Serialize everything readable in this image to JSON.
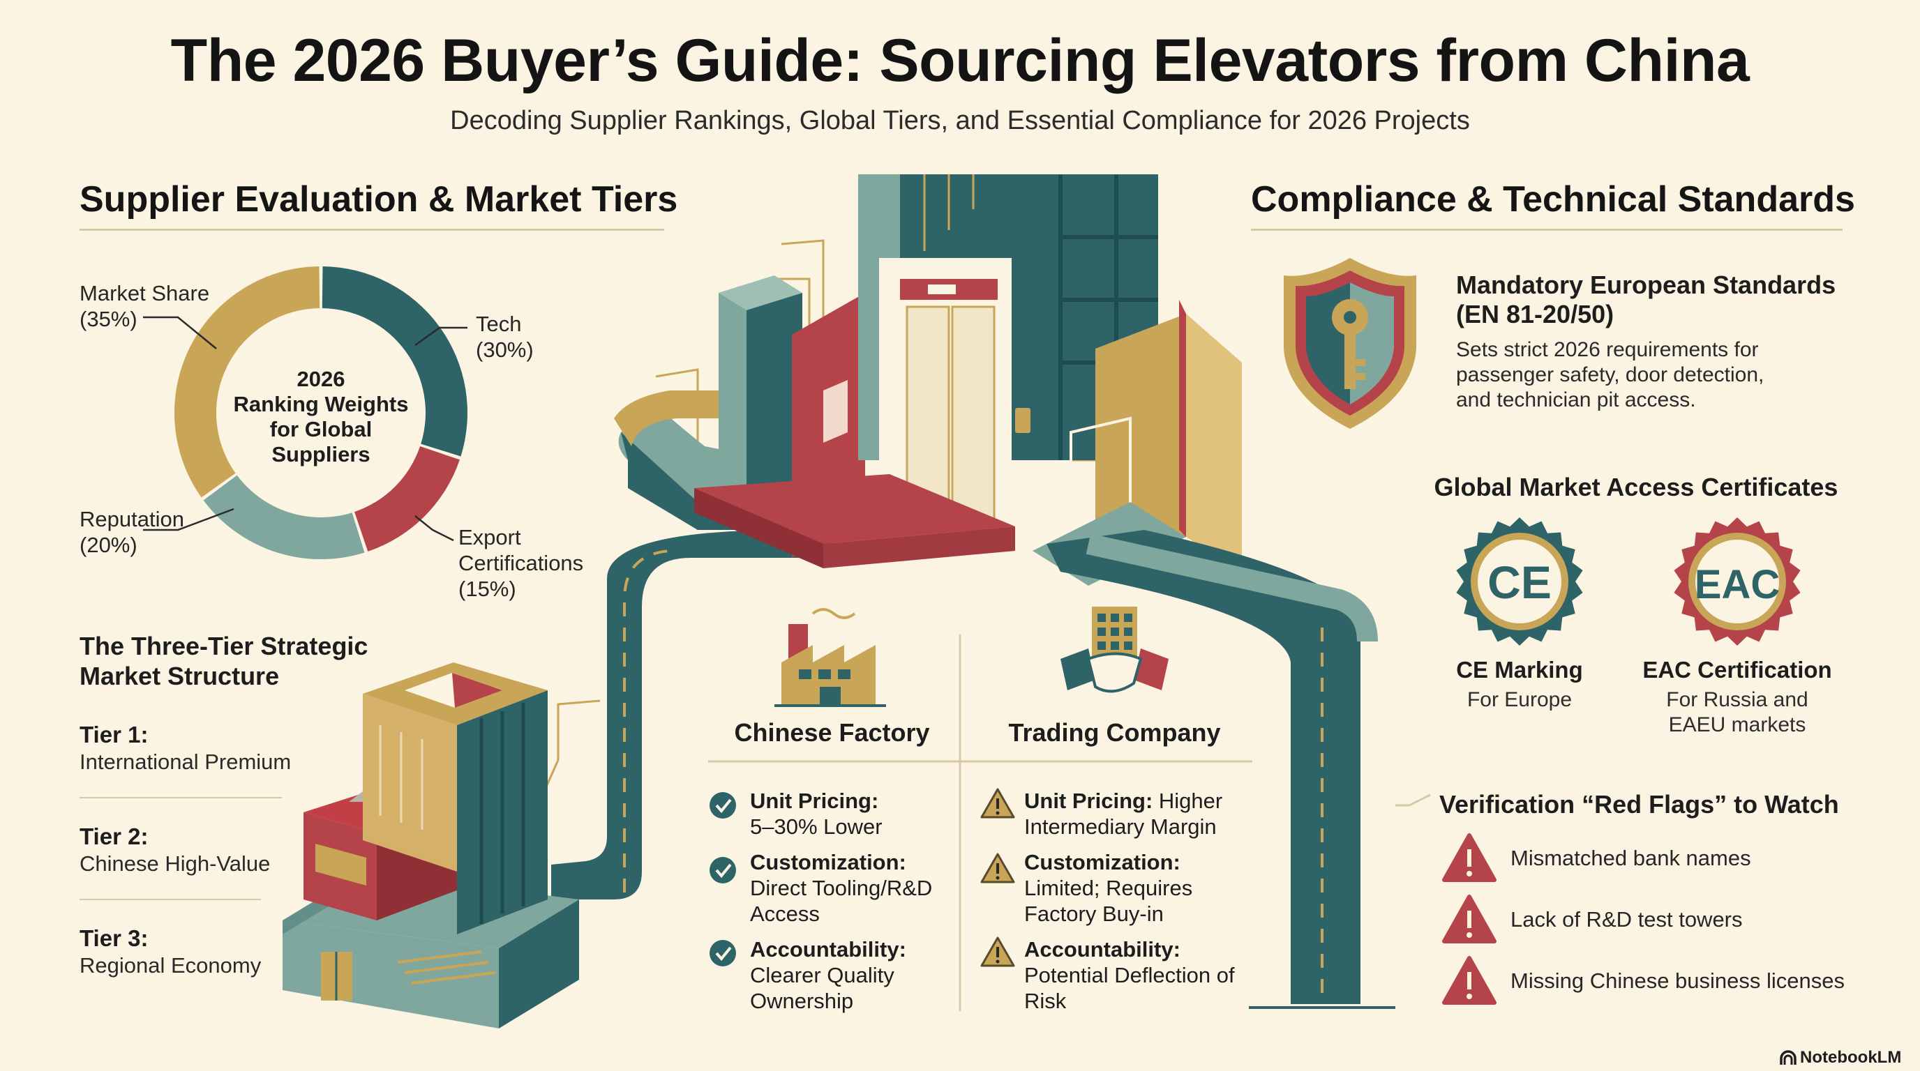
{
  "header": {
    "title": "The 2026 Buyer’s Guide: Sourcing Elevators from China",
    "subtitle": "Decoding Supplier Rankings, Global Tiers, and Essential Compliance for 2026 Projects"
  },
  "left": {
    "heading": "Supplier Evaluation & Market Tiers",
    "donut": {
      "center_lines": [
        "2026",
        "Ranking Weights",
        "for Global",
        "Suppliers"
      ],
      "segments": [
        {
          "label_lines": [
            "Market Share",
            "(35%)"
          ],
          "value": 35,
          "color": "#c9a557"
        },
        {
          "label_lines": [
            "Tech",
            "(30%)"
          ],
          "value": 30,
          "color": "#2e6367"
        },
        {
          "label_lines": [
            "Export",
            "Certifications",
            "(15%)"
          ],
          "value": 15,
          "color": "#b5434a"
        },
        {
          "label_lines": [
            "Reputation",
            "(20%)"
          ],
          "value": 20,
          "color": "#7fa79d"
        }
      ]
    },
    "tiers": {
      "heading_lines": [
        "The Three-Tier Strategic",
        "Market Structure"
      ],
      "items": [
        {
          "title": "Tier 1:",
          "desc": "International Premium"
        },
        {
          "title": "Tier 2:",
          "desc": "Chinese High-Value"
        },
        {
          "title": "Tier 3:",
          "desc": "Regional Economy"
        }
      ]
    }
  },
  "comparison": {
    "factory": {
      "title": "Chinese Factory",
      "rows": [
        {
          "label": "Unit Pricing:",
          "lines": [
            "5–30% Lower"
          ]
        },
        {
          "label": "Customization:",
          "lines": [
            "Direct Tooling/R&D",
            "Access"
          ]
        },
        {
          "label": "Accountability:",
          "lines": [
            "Clearer Quality",
            "Ownership"
          ]
        }
      ]
    },
    "trading": {
      "title": "Trading Company",
      "rows": [
        {
          "label": "Unit Pricing:",
          "inline": "Higher",
          "lines": [
            "Intermediary Margin"
          ]
        },
        {
          "label": "Customization:",
          "lines": [
            "Limited; Requires",
            "Factory Buy-in"
          ]
        },
        {
          "label": "Accountability:",
          "lines": [
            "Potential Deflection of",
            "Risk"
          ]
        }
      ]
    }
  },
  "right": {
    "heading": "Compliance & Technical Standards",
    "standards": {
      "title_lines": [
        "Mandatory European Standards",
        "(EN 81-20/50)"
      ],
      "desc_lines": [
        "Sets strict 2026 requirements for",
        "passenger safety, door detection,",
        "and technician pit access."
      ]
    },
    "certs_heading": "Global Market Access Certificates",
    "certs": [
      {
        "mark": "CE",
        "name": "CE Marking",
        "sub_lines": [
          "For Europe"
        ]
      },
      {
        "mark": "EAC",
        "name": "EAC Certification",
        "sub_lines": [
          "For Russia and",
          "EAEU markets"
        ]
      }
    ],
    "flags_heading": "Verification “Red Flags” to Watch",
    "flags": [
      "Mismatched bank names",
      "Lack of R&D test towers",
      "Missing Chinese business licenses"
    ]
  },
  "footer": {
    "brand": "NotebookLM"
  },
  "colors": {
    "teal": "#2e6367",
    "sage": "#7fa79d",
    "gold": "#c9a557",
    "red": "#b5434a",
    "bg": "#fbf4e3"
  }
}
